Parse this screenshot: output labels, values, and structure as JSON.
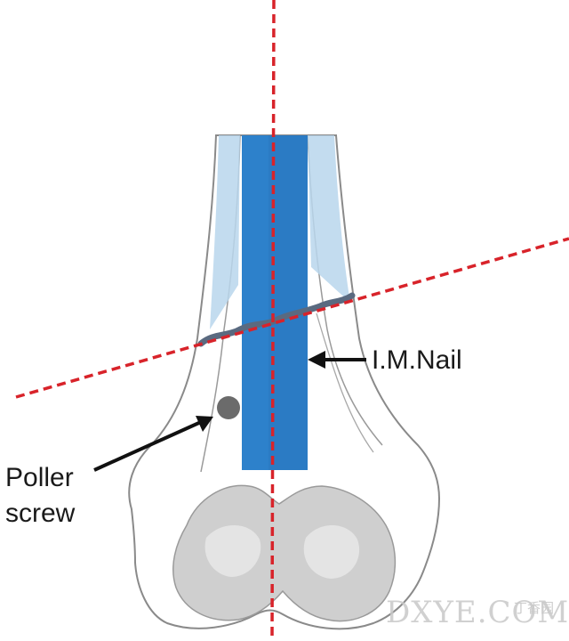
{
  "labels": {
    "nail": "I.M.Nail",
    "poller_line1": "Poller",
    "poller_line2": "screw"
  },
  "watermark": {
    "main": "DXYE.COM",
    "sub": "丁香园"
  },
  "colors": {
    "nail": "#2b7bc4",
    "canal": "#b9d6ec",
    "bone_outline": "#8a8a8a",
    "condyle_fill": "#cfcfcf",
    "axis_lines": "#d8232a",
    "screw": "#6b6b6b",
    "arrow": "#111111"
  }
}
